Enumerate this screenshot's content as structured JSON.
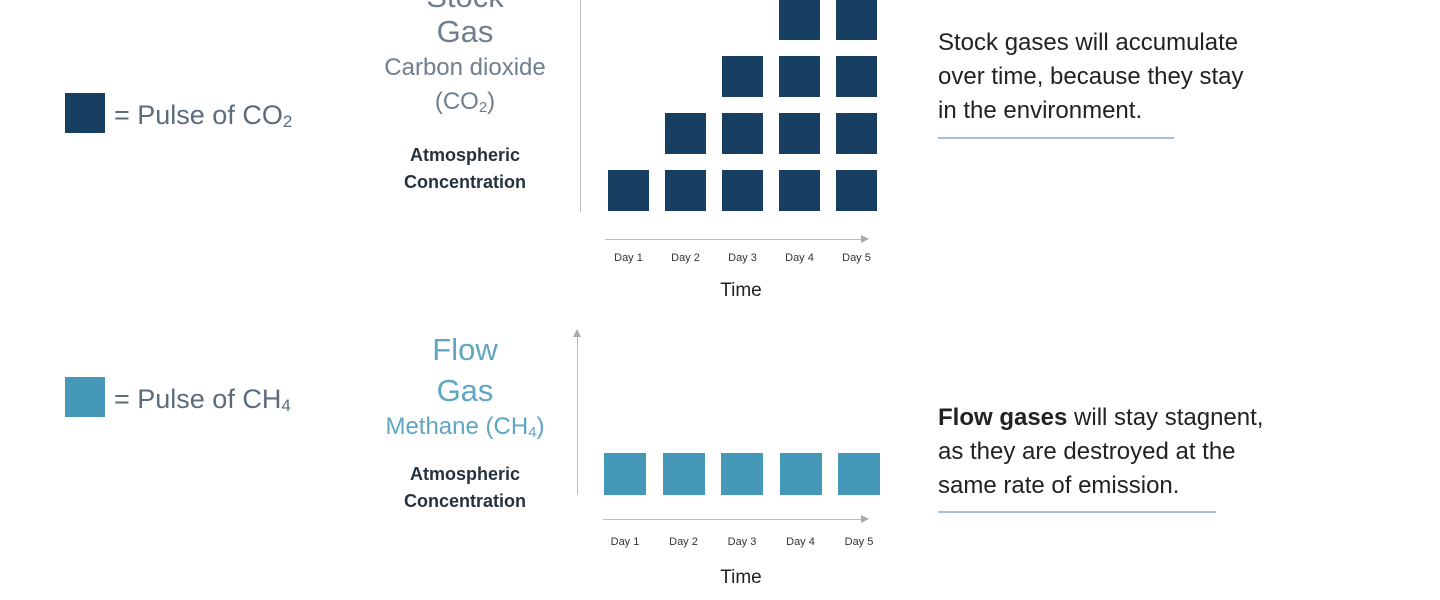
{
  "colors": {
    "co2_pulse": "#173f61",
    "ch4_pulse": "#4698b8",
    "stock_text": "#6f7f8e",
    "flow_text": "#5fa6c3"
  },
  "legend": {
    "co2": {
      "label_prefix": "= Pulse of CO",
      "subscript": "2"
    },
    "ch4": {
      "label_prefix": "= Pulse of CH",
      "subscript": "4"
    }
  },
  "stock": {
    "title_line1": "Stock",
    "title_line2": "Gas",
    "subtitle": "Carbon dioxide",
    "formula_prefix": "(CO",
    "formula_sub": "2",
    "formula_suffix": ")",
    "ylabel_line1": "Atmospheric",
    "ylabel_line2": "Concentration",
    "xlabel": "Time",
    "description_lines": [
      "Stock gases will accumulate",
      "over time, because they stay",
      "in the environment."
    ]
  },
  "flow": {
    "title_line1": "Flow",
    "title_line2": "Gas",
    "subtitle_prefix": "Methane (CH",
    "subtitle_sub": "4",
    "subtitle_suffix": ")",
    "ylabel_line1": "Atmospheric",
    "ylabel_line2": "Concentration",
    "xlabel": "Time",
    "description_bold": "Flow gases",
    "description_line1_rest": " will stay stagnent,",
    "description_line2": "as they are destroyed at the",
    "description_line3": "same rate of emission."
  },
  "chart_data": [
    {
      "type": "bar",
      "categories": [
        "Day 1",
        "Day 2",
        "Day 3",
        "Day 4",
        "Day 5"
      ],
      "values": [
        1,
        2,
        3,
        4,
        4
      ],
      "xlabel": "Time",
      "ylabel": "Atmospheric Concentration"
    },
    {
      "type": "bar",
      "categories": [
        "Day 1",
        "Day 2",
        "Day 3",
        "Day 4",
        "Day 5"
      ],
      "values": [
        1,
        1,
        1,
        1,
        1
      ],
      "xlabel": "Time",
      "ylabel": "Atmospheric Concentration"
    }
  ]
}
